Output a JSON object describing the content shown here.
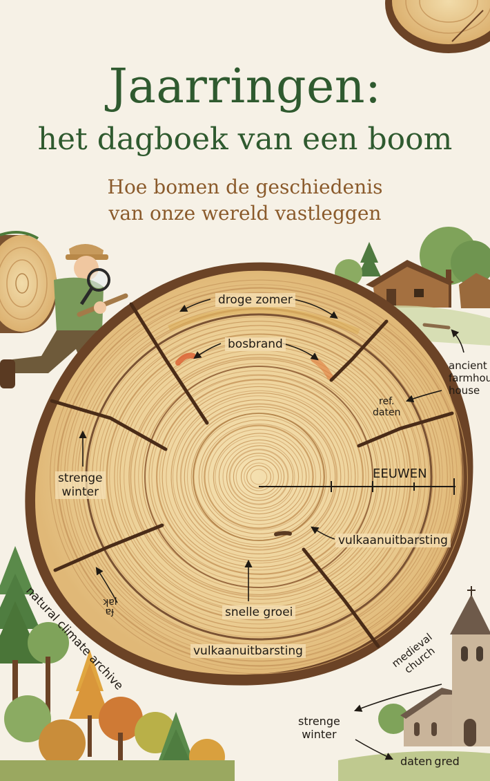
{
  "title": {
    "line1": "Jaarringen:",
    "line2": "het dagboek van een boom"
  },
  "subtitle": {
    "line1": "Hoe bomen de geschiedenis",
    "line2": "van onze wereld vastleggen"
  },
  "annotations": {
    "droge_zomer": "droge zomer",
    "bosbrand": "bosbrand",
    "ref_daten": "ref.\ndaten",
    "eeuwen": "EEUWEN",
    "strenge_winter_left": "strenge\nwinter",
    "vulkaan_right": "vulkaanuitbarsting",
    "snelle_groei": "snelle groei",
    "vulkaan_bottom": "vulkaanuitbarsting",
    "small_scrawl": "ʞɐl\nɐɟ",
    "ancient_farmhouse": "ancient\nfarmhouse\nhouse",
    "natural_climate_archive": "natural climate archive",
    "medieval_church": "medieval\nchurch",
    "strenge_winter_right": "strenge\nwinter",
    "daten_gred": "daten gred"
  },
  "colors": {
    "title_green": "#2f5a2f",
    "subtitle_brown": "#8a5a2b",
    "bark": "#6b4326",
    "wood_light": "#f1d9a7",
    "wood_ring": "#c99a5f",
    "background": "#f6f1e6"
  }
}
